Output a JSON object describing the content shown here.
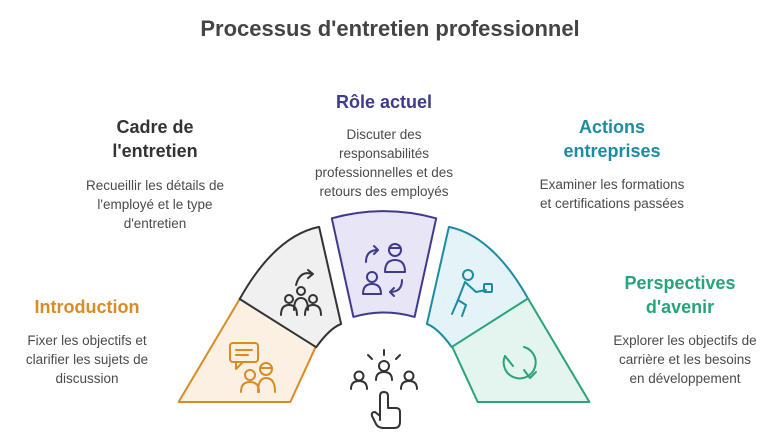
{
  "title": "Processus d'entretien professionnel",
  "colors": {
    "introduction": "#d98b25",
    "cadre": "#333333",
    "role": "#3e3a8c",
    "actions": "#1d8ba3",
    "perspectives": "#28a37a"
  },
  "stages": [
    {
      "key": "introduction",
      "title": "Introduction",
      "description_lines": [
        "Fixer les objectifs et",
        "clarifier les sujets de",
        "discussion"
      ],
      "icon": "discussion-people-icon"
    },
    {
      "key": "cadre",
      "title_lines": [
        "Cadre de",
        "l'entretien"
      ],
      "description_lines": [
        "Recueillir les détails de",
        "l'employé et le type",
        "d'entretien"
      ],
      "icon": "team-group-icon"
    },
    {
      "key": "role",
      "title": "Rôle actuel",
      "description_lines": [
        "Discuter des",
        "responsabilités",
        "professionnelles et des",
        "retours des employés"
      ],
      "icon": "exchange-people-icon"
    },
    {
      "key": "actions",
      "title_lines": [
        "Actions",
        "entreprises"
      ],
      "description_lines": [
        "Examiner les formations",
        "et certifications passées"
      ],
      "icon": "person-presenting-icon"
    },
    {
      "key": "perspectives",
      "title_lines": [
        "Perspectives",
        "d'avenir"
      ],
      "description_lines": [
        "Explorer les objectifs de",
        "carrière et les besoins",
        "en développement"
      ],
      "icon": "refresh-arrow-icon"
    }
  ],
  "center_icon": "hand-pointer-group-icon"
}
